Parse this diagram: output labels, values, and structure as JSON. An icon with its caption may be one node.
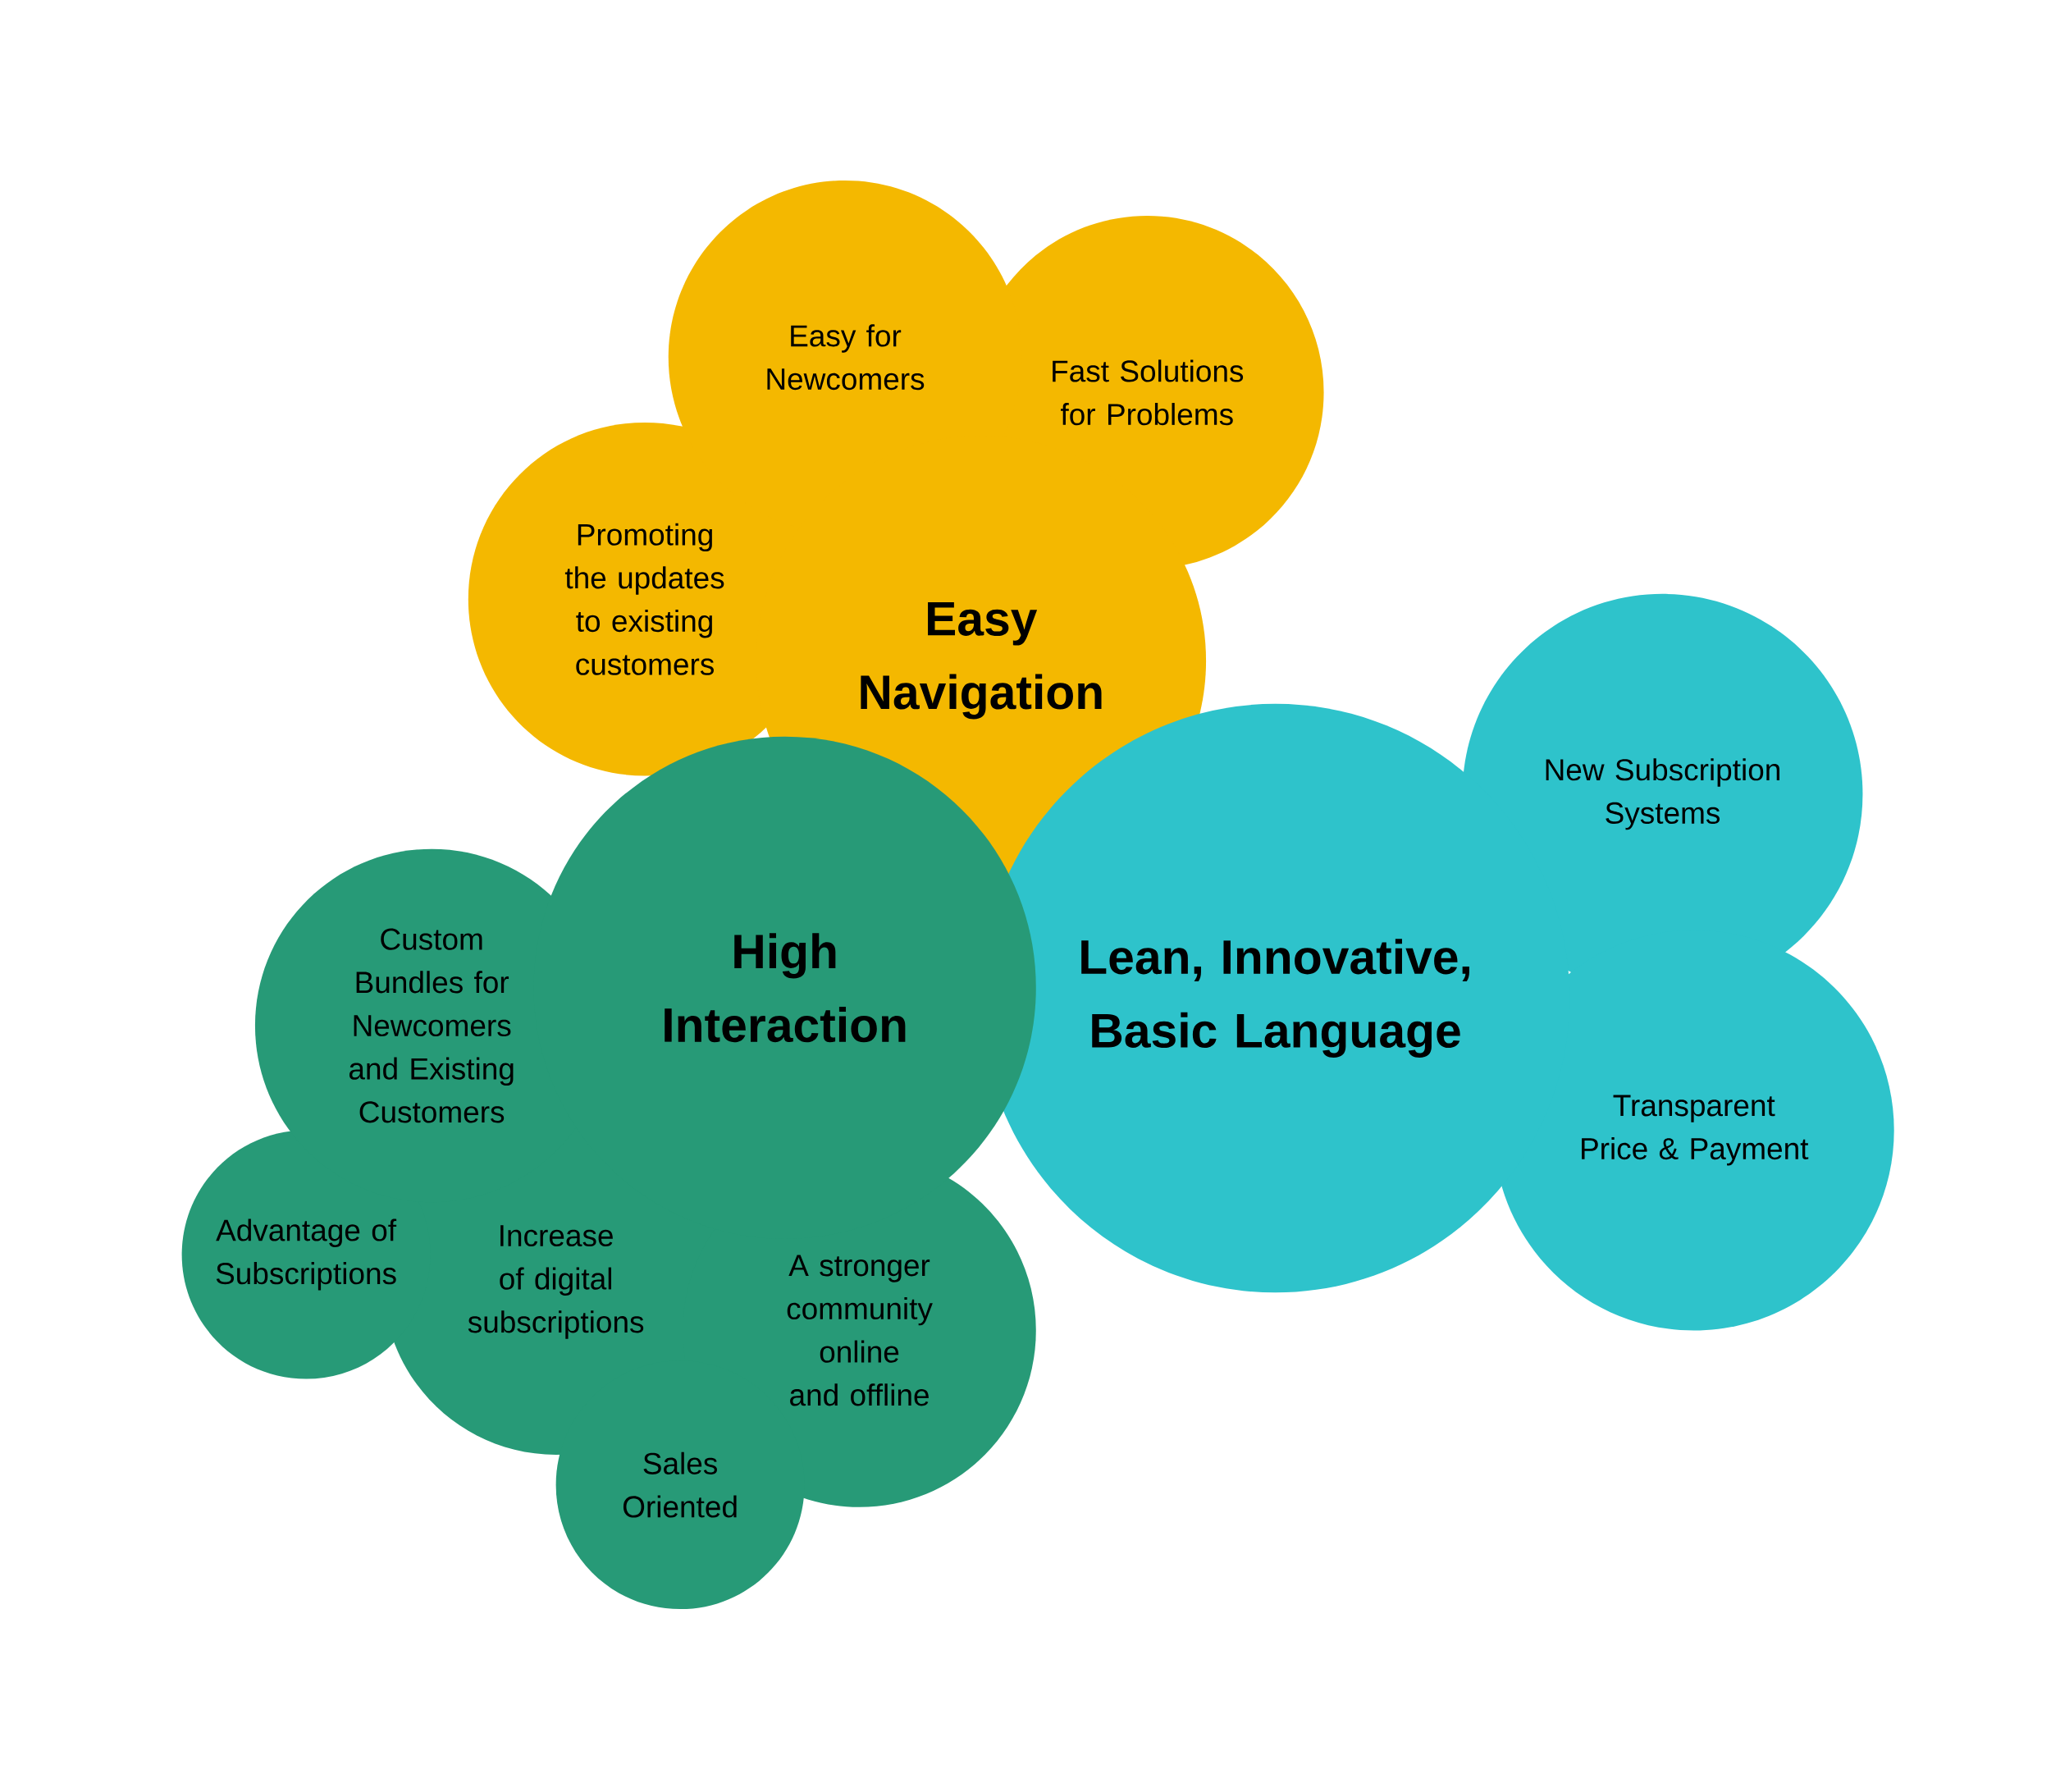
{
  "diagram": {
    "nodes": [
      {
        "text": [
          "Easy for Newcomers"
        ]
      },
      {
        "text": [
          "Fast Solutions for Problems"
        ]
      },
      {
        "text": [
          "Promoting the updates to existing customers"
        ]
      },
      {
        "text": [
          "Easy Navigation"
        ]
      },
      {
        "text": [
          "New Subscription Systems"
        ]
      },
      {
        "text": [
          "Lean, Innovative, Basic Language"
        ]
      },
      {
        "text": [
          "High Interaction"
        ]
      },
      {
        "text": [
          "Custom Bundles for Newcomers and Existing Customers"
        ]
      },
      {
        "text": [
          "Transparent Price & Payment"
        ]
      },
      {
        "text": [
          "Advantage of Subscriptions"
        ]
      },
      {
        "text": [
          "Increase of digital subscriptions"
        ]
      },
      {
        "text": [
          "A stronger community online and offline"
        ]
      },
      {
        "text": [
          "Sales Oriented"
        ]
      }
    ]
  }
}
